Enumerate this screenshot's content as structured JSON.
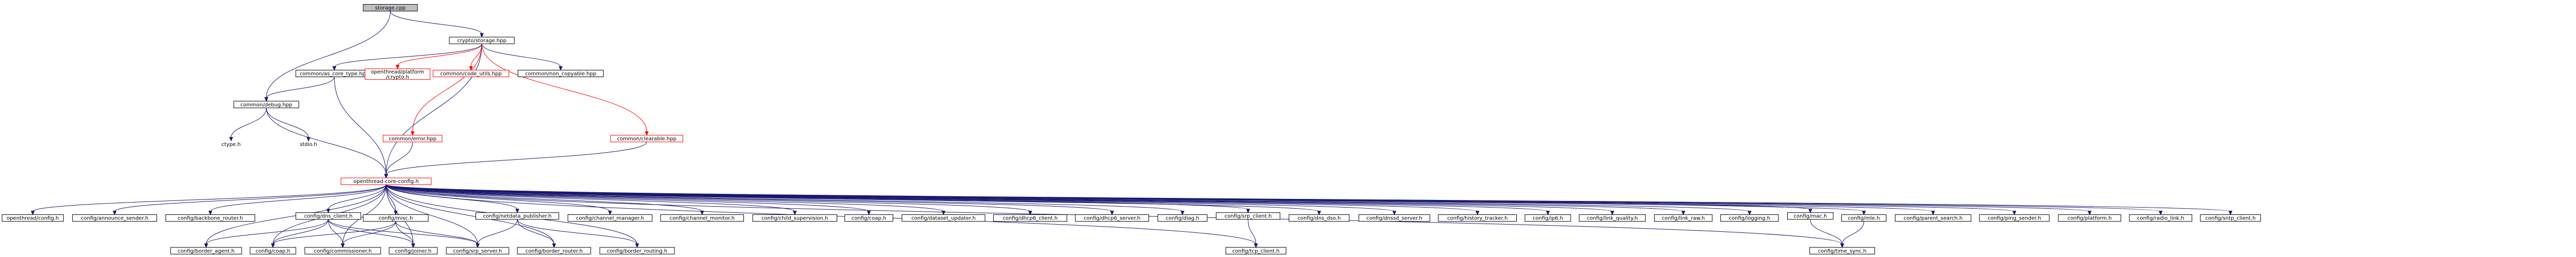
{
  "graph": {
    "title": "storage.cpp",
    "nodes": [
      {
        "id": "root",
        "label": "storage.cpp",
        "style": "root"
      },
      {
        "id": "storage_hpp",
        "label": "crypto/storage.hpp",
        "style": "normal"
      },
      {
        "id": "as_core_type",
        "label": "common/as_core_type.hpp",
        "style": "normal"
      },
      {
        "id": "ot_crypto",
        "label": "openthread/platform\n/crypto.h",
        "style": "missing"
      },
      {
        "id": "code_utils",
        "label": "common/code_utils.hpp",
        "style": "missing"
      },
      {
        "id": "non_copyable",
        "label": "common/non_copyable.hpp",
        "style": "normal"
      },
      {
        "id": "debug_hpp",
        "label": "common/debug.hpp",
        "style": "normal"
      },
      {
        "id": "error_hpp",
        "label": "common/error.hpp",
        "style": "missing"
      },
      {
        "id": "clearable",
        "label": "common/clearable.hpp",
        "style": "missing"
      },
      {
        "id": "ctype",
        "label": "ctype.h",
        "style": "plain"
      },
      {
        "id": "stdio",
        "label": "stdio.h",
        "style": "plain"
      },
      {
        "id": "core_config",
        "label": "openthread-core-config.h",
        "style": "missing"
      },
      {
        "id": "ot_config",
        "label": "openthread/config.h",
        "style": "normal"
      },
      {
        "id": "announce",
        "label": "config/announce_sender.h",
        "style": "normal"
      },
      {
        "id": "backbone",
        "label": "config/backbone_router.h",
        "style": "normal"
      },
      {
        "id": "dns",
        "label": "config/dns_client.h",
        "style": "normal"
      },
      {
        "id": "misc",
        "label": "config/misc.h",
        "style": "normal"
      },
      {
        "id": "netdata_pub",
        "label": "config/netdata_publisher.h",
        "style": "normal"
      },
      {
        "id": "channel_mgr",
        "label": "config/channel_manager.h",
        "style": "normal"
      },
      {
        "id": "channel_mon",
        "label": "config/channel_monitor.h",
        "style": "normal"
      },
      {
        "id": "child_sup",
        "label": "config/child_supervision.h",
        "style": "normal"
      },
      {
        "id": "coap_cfg",
        "label": "config/coap.h",
        "style": "normal"
      },
      {
        "id": "dataset_upd",
        "label": "config/dataset_updater.h",
        "style": "normal"
      },
      {
        "id": "dhcp6_client",
        "label": "config/dhcp6_client.h",
        "style": "normal"
      },
      {
        "id": "dhcp6_server",
        "label": "config/dhcp6_server.h",
        "style": "normal"
      },
      {
        "id": "diag",
        "label": "config/diag.h",
        "style": "normal"
      },
      {
        "id": "srp_client",
        "label": "config/srp_client.h",
        "style": "normal"
      },
      {
        "id": "dns_dso",
        "label": "config/dns_dso.h",
        "style": "normal"
      },
      {
        "id": "dnssd",
        "label": "config/dnssd_server.h",
        "style": "normal"
      },
      {
        "id": "history",
        "label": "config/history_tracker.h",
        "style": "normal"
      },
      {
        "id": "ip6",
        "label": "config/ip6.h",
        "style": "normal"
      },
      {
        "id": "link_quality",
        "label": "config/link_quality.h",
        "style": "normal"
      },
      {
        "id": "link_raw",
        "label": "config/link_raw.h",
        "style": "normal"
      },
      {
        "id": "logging",
        "label": "config/logging.h",
        "style": "normal"
      },
      {
        "id": "mac",
        "label": "config/mac.h",
        "style": "normal"
      },
      {
        "id": "mle",
        "label": "config/mle.h",
        "style": "normal"
      },
      {
        "id": "parent_search",
        "label": "config/parent_search.h",
        "style": "normal"
      },
      {
        "id": "ping_sender",
        "label": "config/ping_sender.h",
        "style": "normal"
      },
      {
        "id": "platform",
        "label": "config/platform.h",
        "style": "normal"
      },
      {
        "id": "radio_link",
        "label": "config/radio_link.h",
        "style": "normal"
      },
      {
        "id": "sntp_client",
        "label": "config/sntp_client.h",
        "style": "normal"
      },
      {
        "id": "border_agent",
        "label": "config/border_agent.h",
        "style": "normal"
      },
      {
        "id": "coap",
        "label": "config/coap.h",
        "style": "normal"
      },
      {
        "id": "commissioner",
        "label": "config/commissioner.h",
        "style": "normal"
      },
      {
        "id": "joiner",
        "label": "config/joiner.h",
        "style": "normal"
      },
      {
        "id": "srp_server",
        "label": "config/srp_server.h",
        "style": "normal"
      },
      {
        "id": "border_router",
        "label": "config/border_router.h",
        "style": "normal"
      },
      {
        "id": "border_routing",
        "label": "config/border_routing.h",
        "style": "normal"
      },
      {
        "id": "tcp_client",
        "label": "config/tcp_client.h",
        "style": "normal"
      },
      {
        "id": "time_sync",
        "label": "config/time_sync.h",
        "style": "normal"
      }
    ],
    "edges": [
      [
        "root",
        "storage_hpp",
        ""
      ],
      [
        "root",
        "debug_hpp",
        ""
      ],
      [
        "storage_hpp",
        "as_core_type",
        ""
      ],
      [
        "storage_hpp",
        "ot_crypto",
        "red"
      ],
      [
        "storage_hpp",
        "code_utils",
        "red"
      ],
      [
        "storage_hpp",
        "non_copyable",
        ""
      ],
      [
        "storage_hpp",
        "error_hpp",
        "red"
      ],
      [
        "storage_hpp",
        "clearable",
        "red"
      ],
      [
        "storage_hpp",
        "core_config",
        ""
      ],
      [
        "as_core_type",
        "debug_hpp",
        ""
      ],
      [
        "as_core_type",
        "core_config",
        ""
      ],
      [
        "debug_hpp",
        "ctype",
        ""
      ],
      [
        "debug_hpp",
        "stdio",
        ""
      ],
      [
        "debug_hpp",
        "core_config",
        ""
      ],
      [
        "error_hpp",
        "core_config",
        ""
      ],
      [
        "clearable",
        "core_config",
        ""
      ],
      [
        "core_config",
        "ot_config",
        ""
      ],
      [
        "core_config",
        "announce",
        ""
      ],
      [
        "core_config",
        "backbone",
        ""
      ],
      [
        "core_config",
        "dns",
        ""
      ],
      [
        "core_config",
        "misc",
        ""
      ],
      [
        "core_config",
        "netdata_pub",
        ""
      ],
      [
        "core_config",
        "channel_mgr",
        ""
      ],
      [
        "core_config",
        "channel_mon",
        ""
      ],
      [
        "core_config",
        "child_sup",
        ""
      ],
      [
        "core_config",
        "coap_cfg",
        ""
      ],
      [
        "core_config",
        "dataset_upd",
        ""
      ],
      [
        "core_config",
        "dhcp6_client",
        ""
      ],
      [
        "core_config",
        "dhcp6_server",
        ""
      ],
      [
        "core_config",
        "diag",
        ""
      ],
      [
        "core_config",
        "srp_client",
        ""
      ],
      [
        "core_config",
        "dns_dso",
        ""
      ],
      [
        "core_config",
        "dnssd",
        ""
      ],
      [
        "core_config",
        "history",
        ""
      ],
      [
        "core_config",
        "ip6",
        ""
      ],
      [
        "core_config",
        "link_quality",
        ""
      ],
      [
        "core_config",
        "link_raw",
        ""
      ],
      [
        "core_config",
        "logging",
        ""
      ],
      [
        "core_config",
        "mac",
        ""
      ],
      [
        "core_config",
        "mle",
        ""
      ],
      [
        "core_config",
        "parent_search",
        ""
      ],
      [
        "core_config",
        "ping_sender",
        ""
      ],
      [
        "core_config",
        "platform",
        ""
      ],
      [
        "core_config",
        "radio_link",
        ""
      ],
      [
        "core_config",
        "sntp_client",
        ""
      ],
      [
        "core_config",
        "border_agent",
        ""
      ],
      [
        "core_config",
        "coap",
        ""
      ],
      [
        "core_config",
        "commissioner",
        ""
      ],
      [
        "core_config",
        "joiner",
        ""
      ],
      [
        "core_config",
        "srp_server",
        ""
      ],
      [
        "core_config",
        "border_router",
        ""
      ],
      [
        "core_config",
        "border_routing",
        ""
      ],
      [
        "core_config",
        "tcp_client",
        ""
      ],
      [
        "core_config",
        "time_sync",
        ""
      ],
      [
        "dns",
        "border_agent",
        ""
      ],
      [
        "dns",
        "coap",
        ""
      ],
      [
        "dns",
        "commissioner",
        ""
      ],
      [
        "dns",
        "joiner",
        ""
      ],
      [
        "dns",
        "srp_server",
        ""
      ],
      [
        "misc",
        "coap",
        ""
      ],
      [
        "misc",
        "commissioner",
        ""
      ],
      [
        "misc",
        "joiner",
        ""
      ],
      [
        "misc",
        "srp_server",
        ""
      ],
      [
        "netdata_pub",
        "srp_server",
        ""
      ],
      [
        "netdata_pub",
        "border_router",
        ""
      ],
      [
        "netdata_pub",
        "border_routing",
        ""
      ],
      [
        "srp_client",
        "tcp_client",
        ""
      ],
      [
        "mac",
        "time_sync",
        ""
      ],
      [
        "mle",
        "time_sync",
        ""
      ]
    ]
  }
}
